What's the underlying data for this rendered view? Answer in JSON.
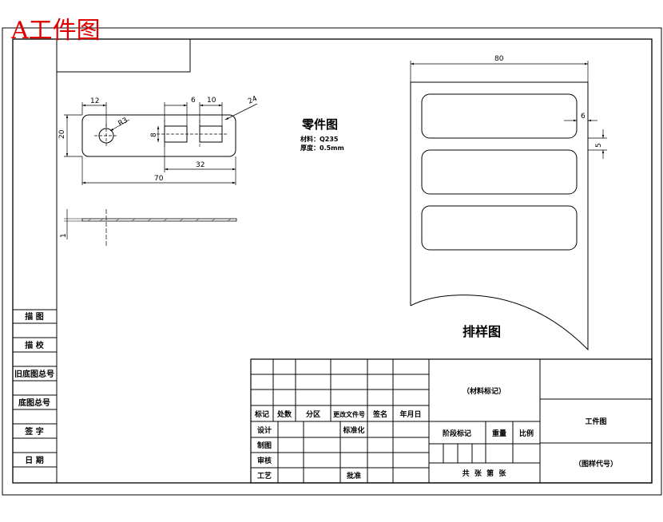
{
  "sheet": {
    "title": "A工件图"
  },
  "part_drawing": {
    "label": "零件图",
    "material": "材料：Q235",
    "thickness": "厚度：0.5mm",
    "dims": {
      "d12": "12",
      "d6": "6",
      "d10": "10",
      "r24": "24",
      "r3": "R3",
      "d20": "20",
      "d8": "8",
      "d32": "32",
      "d70": "70",
      "d1": "1"
    }
  },
  "nesting_drawing": {
    "label": "排样图",
    "dims": {
      "d80": "80",
      "d6": "6",
      "d5": "5"
    }
  },
  "left_column": [
    "描 图",
    "描 校",
    "旧底图总号",
    "底图总号",
    "签 字",
    "日 期"
  ],
  "title_block": {
    "rev_header": [
      "标记",
      "处数",
      "分区",
      "更改文件号",
      "签名",
      "年月日"
    ],
    "design": "设计",
    "draw": "制图",
    "review": "审核",
    "process": "工艺",
    "standard": "标准化",
    "approve": "批准",
    "material_mark": "（材料标记）",
    "stage_mark": "阶段标记",
    "weight": "重量",
    "scale": "比例",
    "sheets": "共  张  第  张",
    "drawing_name": "工件图",
    "drawing_code": "（图样代号）"
  },
  "colors": {
    "title_red": "#e00000",
    "line": "#000000"
  }
}
